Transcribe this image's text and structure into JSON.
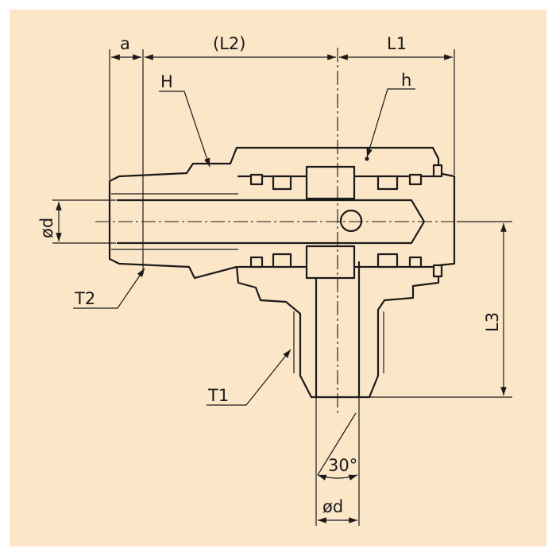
{
  "labels": {
    "a": "a",
    "L2": "(L2)",
    "L1": "L1",
    "H": "H",
    "h": "h",
    "phi_d_left": "ød",
    "T2": "T2",
    "L3": "L3",
    "T1": "T1",
    "angle": "30°",
    "phi_d_bottom": "ød"
  },
  "colors": {
    "sheet": "#fbe6c8",
    "line": "#1a1a1a"
  }
}
